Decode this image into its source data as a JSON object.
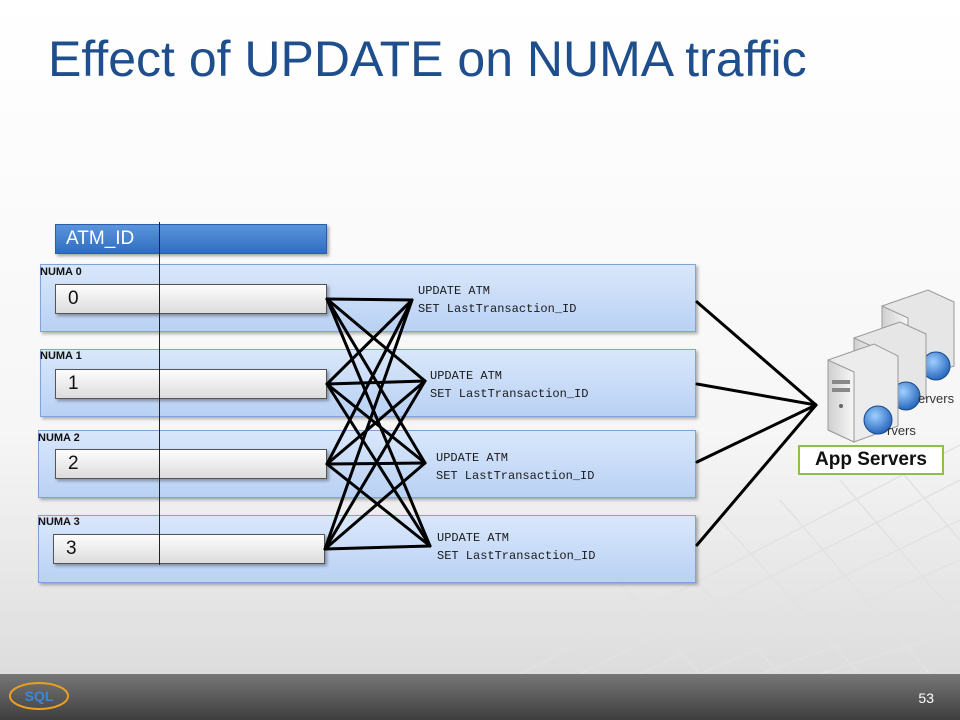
{
  "title": "Effect of UPDATE on NUMA traffic",
  "column_header": "ATM_ID",
  "nodes": [
    {
      "label": "NUMA 0",
      "row_value": "0",
      "sql_line1": "UPDATE ATM",
      "sql_line2": "SET LastTransaction_ID"
    },
    {
      "label": "NUMA 1",
      "row_value": "1",
      "sql_line1": "UPDATE ATM",
      "sql_line2": "SET LastTransaction_ID"
    },
    {
      "label": "NUMA 2",
      "row_value": "2",
      "sql_line1": "UPDATE ATM",
      "sql_line2": "SET LastTransaction_ID"
    },
    {
      "label": "NUMA 3",
      "row_value": "3",
      "sql_line1": "UPDATE ATM",
      "sql_line2": "SET LastTransaction_ID"
    }
  ],
  "server_captions": [
    "ervers",
    "rvers"
  ],
  "app_servers_label": "App Servers",
  "logo_text": "SQL",
  "page_number": "53",
  "colors": {
    "title": "#1f4e8c",
    "header_fill": "#3f7fd0",
    "node_fill": "#c9dcf7",
    "app_border": "#8fbf4a",
    "footer": "#4a4a4a"
  }
}
